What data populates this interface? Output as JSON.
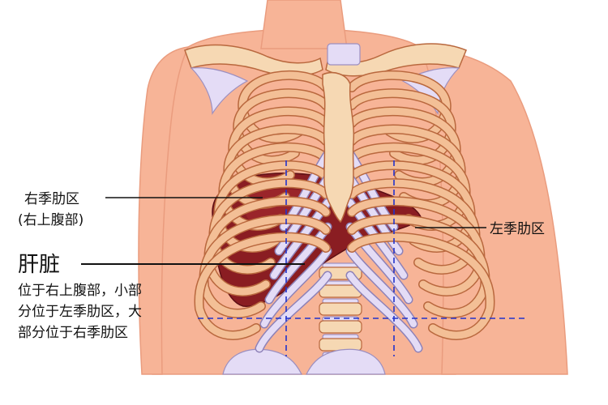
{
  "labels": {
    "right_hypochondriac": "右季肋区",
    "right_hypochondriac_sub": "(右上腹部)",
    "left_hypochondriac": "左季肋区",
    "organ_name": "肝脏",
    "description_lines": [
      "位于右上腹部，小部",
      "分位于左季肋区，大",
      "部分位于右季肋区"
    ]
  },
  "colors": {
    "skin": "#f7b497",
    "skin_dark": "#ea9c7e",
    "rib": "#f3bf96",
    "rib_outline": "#b9683e",
    "cartilage": "#e4dcf6",
    "liver": "#8a1d22",
    "liver_light": "#a52c30",
    "bone": "#f6d8b3",
    "guide_line": "#2233cc",
    "leader_line": "#111111"
  }
}
